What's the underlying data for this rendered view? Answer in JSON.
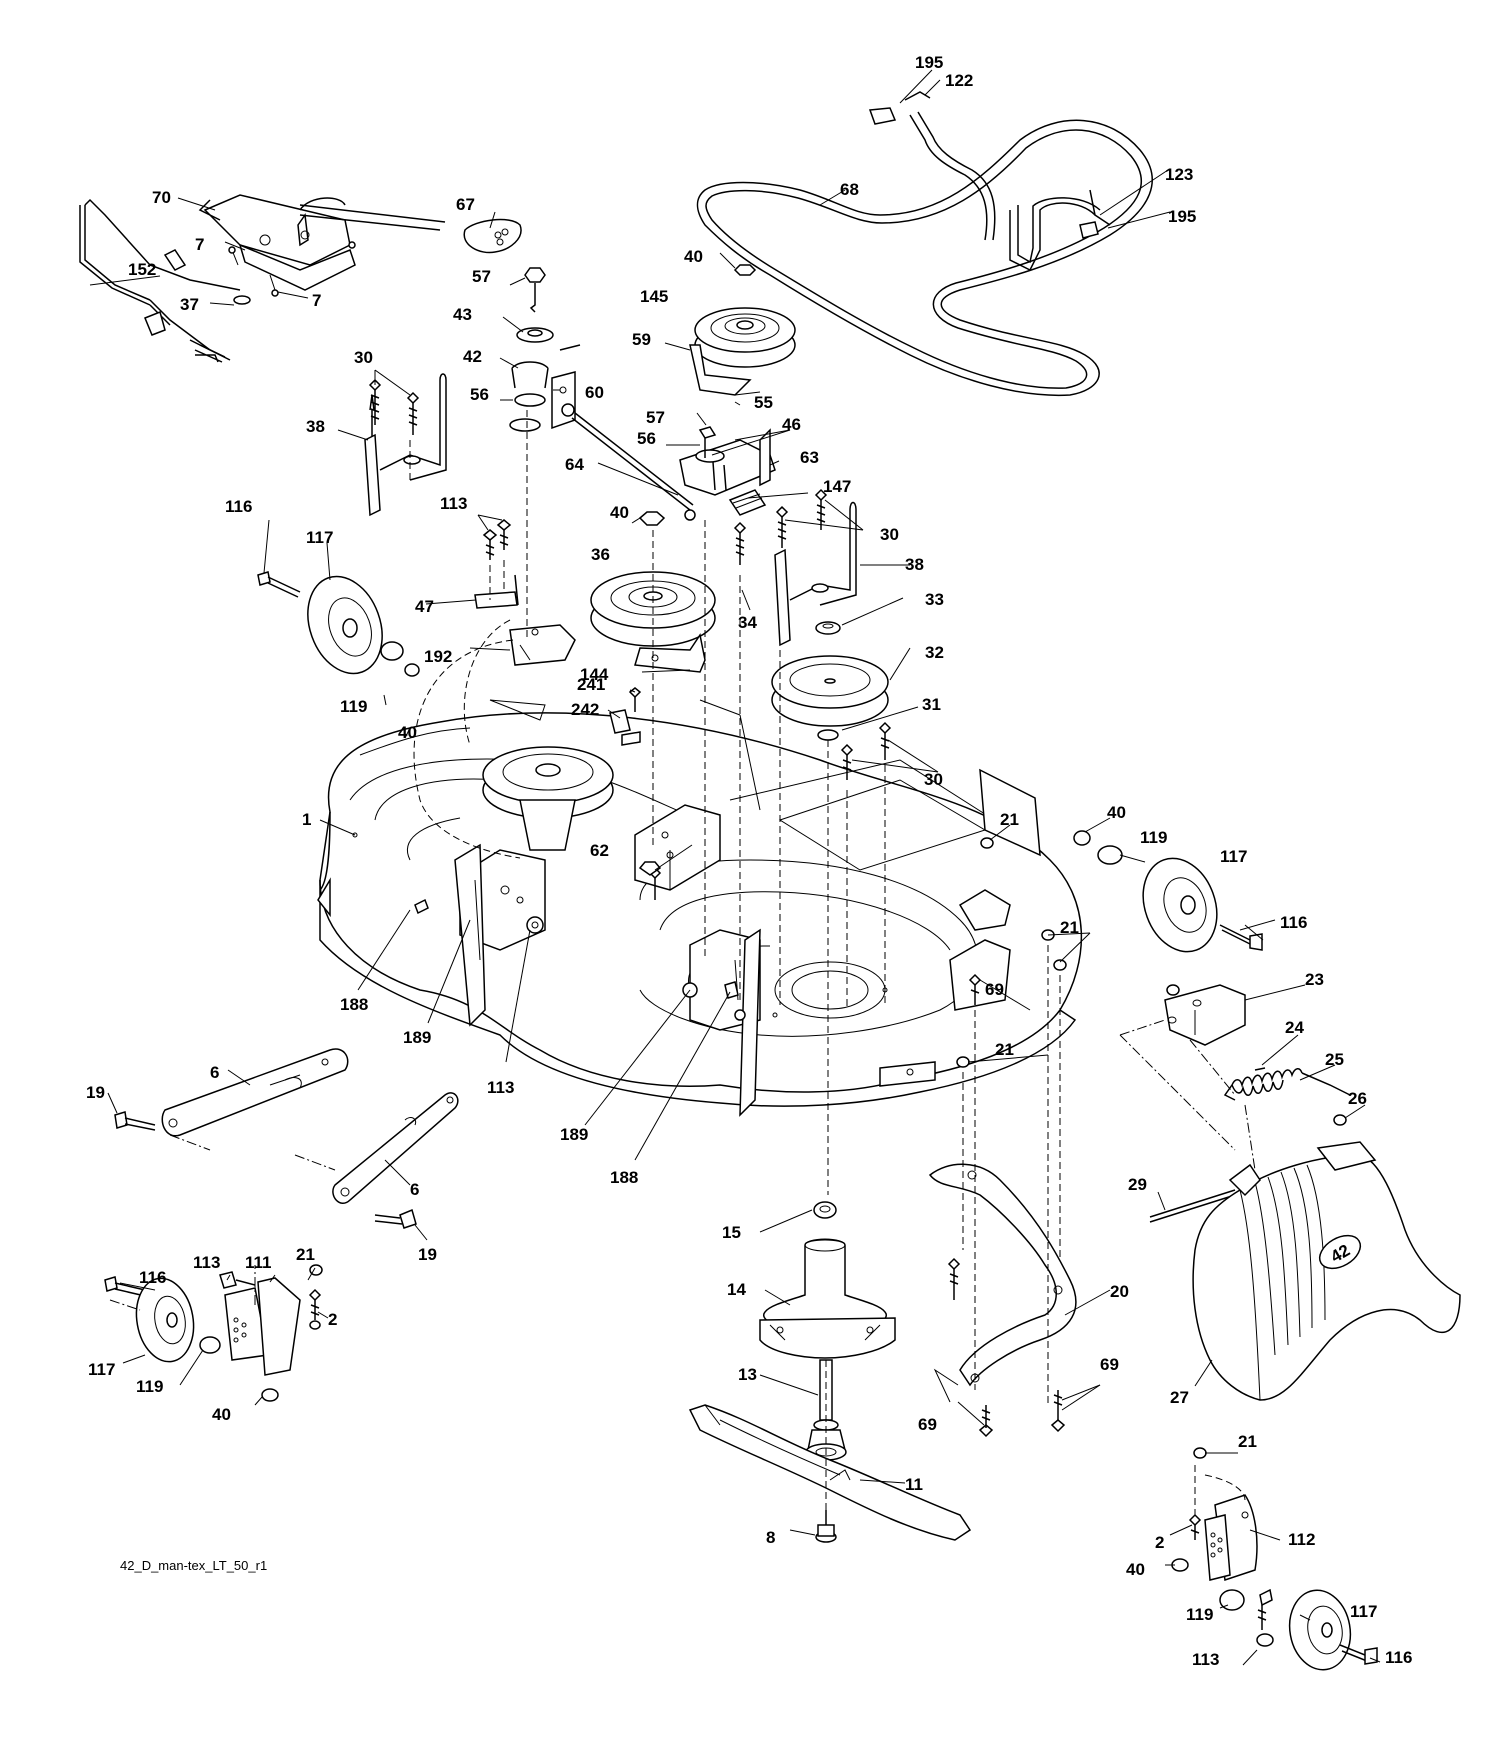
{
  "diagram": {
    "caption": "42_D_man-tex_LT_50_r1",
    "badge_text": "42",
    "callouts": [
      {
        "id": "c195a",
        "text": "195"
      },
      {
        "id": "c122",
        "text": "122"
      },
      {
        "id": "c68",
        "text": "68"
      },
      {
        "id": "c123",
        "text": "123"
      },
      {
        "id": "c195b",
        "text": "195"
      },
      {
        "id": "c70",
        "text": "70"
      },
      {
        "id": "c67",
        "text": "67"
      },
      {
        "id": "c7a",
        "text": "7"
      },
      {
        "id": "c7b",
        "text": "7"
      },
      {
        "id": "c152",
        "text": "152"
      },
      {
        "id": "c37",
        "text": "37"
      },
      {
        "id": "c57a",
        "text": "57"
      },
      {
        "id": "c40a",
        "text": "40"
      },
      {
        "id": "c145",
        "text": "145"
      },
      {
        "id": "c43",
        "text": "43"
      },
      {
        "id": "c59",
        "text": "59"
      },
      {
        "id": "c42",
        "text": "42"
      },
      {
        "id": "c30a",
        "text": "30"
      },
      {
        "id": "c60",
        "text": "60"
      },
      {
        "id": "c56a",
        "text": "56"
      },
      {
        "id": "c57b",
        "text": "57"
      },
      {
        "id": "c55",
        "text": "55"
      },
      {
        "id": "c38a",
        "text": "38"
      },
      {
        "id": "c46",
        "text": "46"
      },
      {
        "id": "c56b",
        "text": "56"
      },
      {
        "id": "c64",
        "text": "64"
      },
      {
        "id": "c63",
        "text": "63"
      },
      {
        "id": "c147",
        "text": "147"
      },
      {
        "id": "c116a",
        "text": "116"
      },
      {
        "id": "c113a",
        "text": "113"
      },
      {
        "id": "c40b",
        "text": "40"
      },
      {
        "id": "c30b",
        "text": "30"
      },
      {
        "id": "c117a",
        "text": "117"
      },
      {
        "id": "c36",
        "text": "36"
      },
      {
        "id": "c38b",
        "text": "38"
      },
      {
        "id": "c33",
        "text": "33"
      },
      {
        "id": "c47",
        "text": "47"
      },
      {
        "id": "c34",
        "text": "34"
      },
      {
        "id": "c32",
        "text": "32"
      },
      {
        "id": "c192",
        "text": "192"
      },
      {
        "id": "c144",
        "text": "144"
      },
      {
        "id": "c241",
        "text": "241"
      },
      {
        "id": "c31",
        "text": "31"
      },
      {
        "id": "c119a",
        "text": "119"
      },
      {
        "id": "c242",
        "text": "242"
      },
      {
        "id": "c40c",
        "text": "40"
      },
      {
        "id": "c30c",
        "text": "30"
      },
      {
        "id": "c1",
        "text": "1"
      },
      {
        "id": "c21a",
        "text": "21"
      },
      {
        "id": "c40d",
        "text": "40"
      },
      {
        "id": "c119b",
        "text": "119"
      },
      {
        "id": "c117b",
        "text": "117"
      },
      {
        "id": "c62",
        "text": "62"
      },
      {
        "id": "c116b",
        "text": "116"
      },
      {
        "id": "c21b",
        "text": "21"
      },
      {
        "id": "c23",
        "text": "23"
      },
      {
        "id": "c188a",
        "text": "188"
      },
      {
        "id": "c69a",
        "text": "69"
      },
      {
        "id": "c189a",
        "text": "189"
      },
      {
        "id": "c113b",
        "text": "113"
      },
      {
        "id": "c21c",
        "text": "21"
      },
      {
        "id": "c24",
        "text": "24"
      },
      {
        "id": "c25",
        "text": "25"
      },
      {
        "id": "c6a",
        "text": "6"
      },
      {
        "id": "c19a",
        "text": "19"
      },
      {
        "id": "c26",
        "text": "26"
      },
      {
        "id": "c189b",
        "text": "189"
      },
      {
        "id": "c188b",
        "text": "188"
      },
      {
        "id": "c6b",
        "text": "6"
      },
      {
        "id": "c29",
        "text": "29"
      },
      {
        "id": "c15",
        "text": "15"
      },
      {
        "id": "c19b",
        "text": "19"
      },
      {
        "id": "c116c",
        "text": "116"
      },
      {
        "id": "c113c",
        "text": "113"
      },
      {
        "id": "c111",
        "text": "111"
      },
      {
        "id": "c21d",
        "text": "21"
      },
      {
        "id": "c2a",
        "text": "2"
      },
      {
        "id": "c14",
        "text": "14"
      },
      {
        "id": "c20",
        "text": "20"
      },
      {
        "id": "c117c",
        "text": "117"
      },
      {
        "id": "c119c",
        "text": "119"
      },
      {
        "id": "c40e",
        "text": "40"
      },
      {
        "id": "c13",
        "text": "13"
      },
      {
        "id": "c69b",
        "text": "69"
      },
      {
        "id": "c69c",
        "text": "69"
      },
      {
        "id": "c27",
        "text": "27"
      },
      {
        "id": "c11",
        "text": "11"
      },
      {
        "id": "c21e",
        "text": "21"
      },
      {
        "id": "c8",
        "text": "8"
      },
      {
        "id": "c2b",
        "text": "2"
      },
      {
        "id": "c112",
        "text": "112"
      },
      {
        "id": "c40f",
        "text": "40"
      },
      {
        "id": "c119d",
        "text": "119"
      },
      {
        "id": "c117d",
        "text": "117"
      },
      {
        "id": "c113d",
        "text": "113"
      },
      {
        "id": "c116d",
        "text": "116"
      }
    ]
  }
}
